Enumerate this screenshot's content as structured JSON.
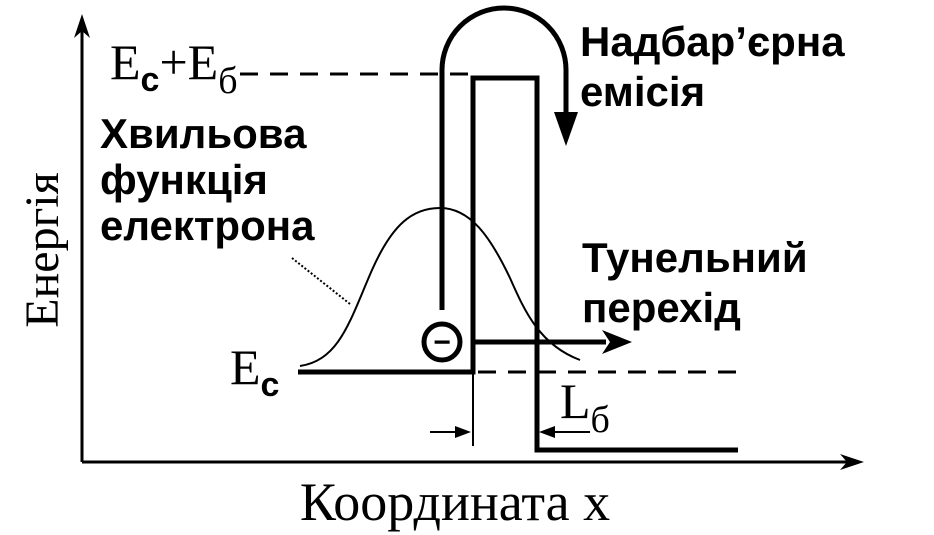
{
  "axes": {
    "y_label": "Енергія",
    "x_label": "Координата x"
  },
  "levels": {
    "barrier_top": {
      "main": "E",
      "sub_1": "c",
      "plus": "+",
      "sub_main": "E",
      "sub_2": "б"
    },
    "conduction": {
      "main": "E",
      "sub": "c"
    },
    "barrier_width": {
      "main": "L",
      "sub": "б"
    }
  },
  "annotations": {
    "wavefunction": [
      "Хвильова",
      "функція",
      "електрона"
    ],
    "emission": [
      "Надбар’єрна",
      "емісія"
    ],
    "tunneling": [
      "Тунельний",
      "перехід"
    ]
  },
  "symbols": {
    "electron": "−"
  },
  "colors": {
    "ink": "#000000",
    "background": "#ffffff"
  }
}
